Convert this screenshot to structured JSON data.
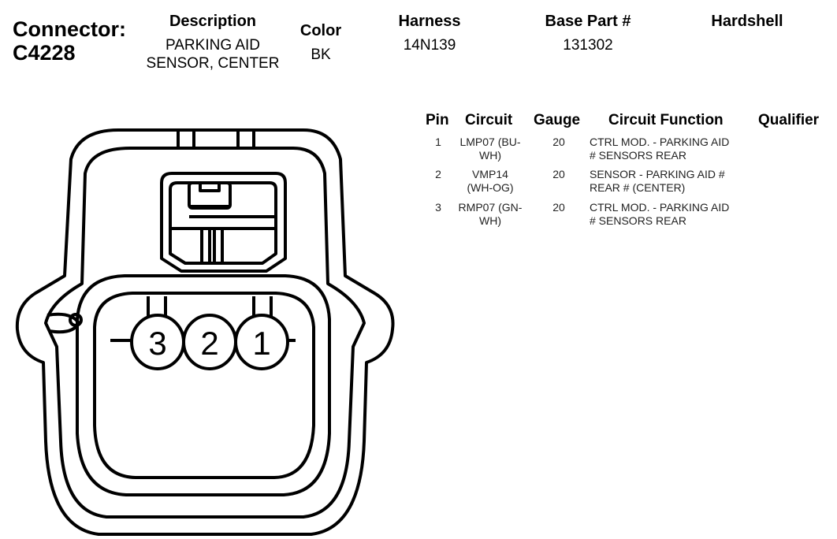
{
  "connector": {
    "label": "Connector:",
    "id": "C4228"
  },
  "description": {
    "heading": "Description",
    "line1": "PARKING AID",
    "line2": "SENSOR, CENTER"
  },
  "color": {
    "heading": "Color",
    "value": "BK"
  },
  "harness": {
    "heading": "Harness",
    "value": "14N139"
  },
  "base_part": {
    "heading": "Base Part #",
    "value": "131302"
  },
  "hardshell": {
    "heading": "Hardshell"
  },
  "table": {
    "headers": [
      "Pin",
      "Circuit",
      "Gauge",
      "Circuit Function",
      "Qualifier"
    ],
    "rows": [
      {
        "pin": "1",
        "circuit_l1": "LMP07 (BU-",
        "circuit_l2": "WH)",
        "gauge": "20",
        "func_l1": "CTRL MOD. - PARKING AID",
        "func_l2": "# SENSORS REAR"
      },
      {
        "pin": "2",
        "circuit_l1": "VMP14",
        "circuit_l2": "(WH-OG)",
        "gauge": "20",
        "func_l1": "SENSOR - PARKING AID #",
        "func_l2": "REAR # (CENTER)"
      },
      {
        "pin": "3",
        "circuit_l1": "RMP07 (GN-",
        "circuit_l2": "WH)",
        "gauge": "20",
        "func_l1": "CTRL MOD. - PARKING AID",
        "func_l2": "# SENSORS REAR"
      }
    ]
  },
  "drawing": {
    "pin_labels": [
      "3",
      "2",
      "1"
    ]
  }
}
